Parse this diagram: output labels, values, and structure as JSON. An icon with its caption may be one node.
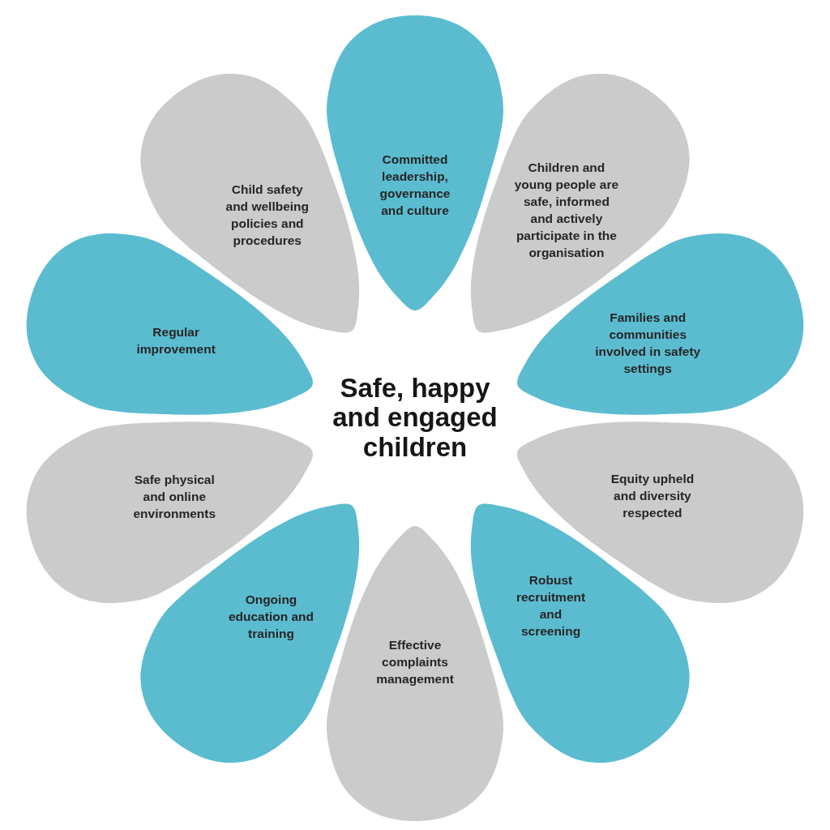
{
  "diagram": {
    "title": "Safe, happy and engaged children",
    "nodes": [
      {
        "text": [
          "Committed leadership, governance and culture"
        ]
      },
      {
        "text": [
          "Children and young people are safe, informed and actively participate in the organisation"
        ]
      },
      {
        "text": [
          "Families and communities involved in safety settings"
        ]
      },
      {
        "text": [
          "Equity upheld and diversity respected"
        ]
      },
      {
        "text": [
          "Robust recruitment and screening"
        ]
      },
      {
        "text": [
          "Effective complaints management"
        ]
      },
      {
        "text": [
          "Ongoing education and training"
        ]
      },
      {
        "text": [
          "Safe physical and online environments"
        ]
      },
      {
        "text": [
          "Regular improvement"
        ]
      },
      {
        "text": [
          "Child safety and wellbeing policies and procedures"
        ]
      }
    ]
  }
}
